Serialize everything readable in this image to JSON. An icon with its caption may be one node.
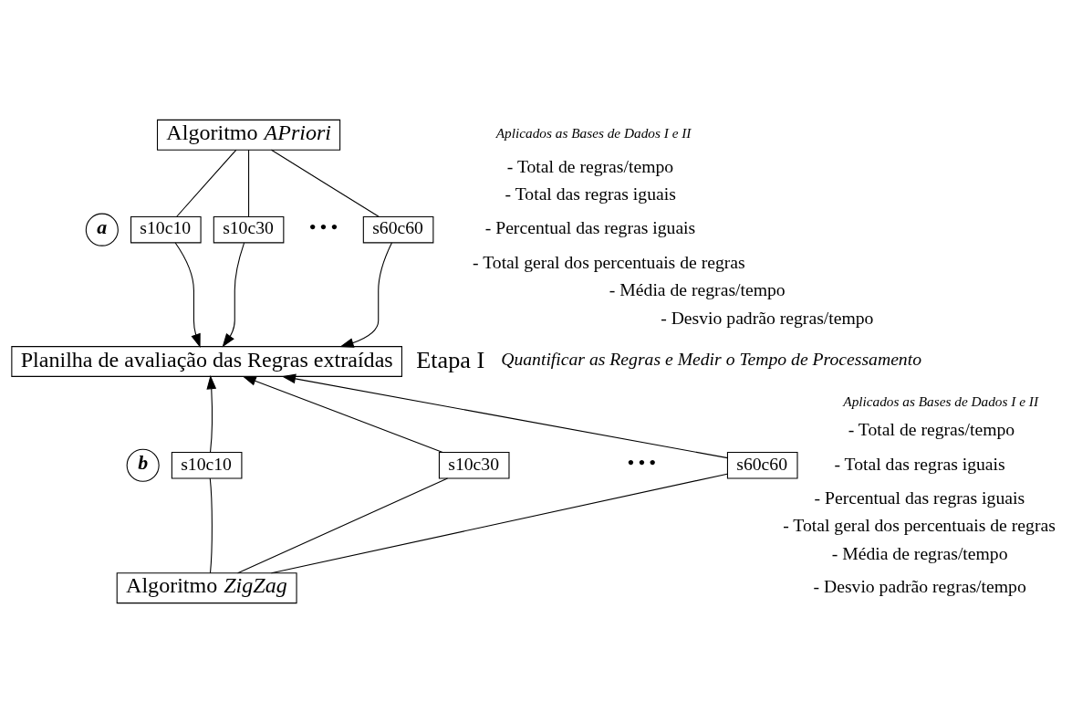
{
  "diagram": {
    "nodes": [
      {
        "text": [
          "Algoritmo *APriori*"
        ]
      },
      {
        "text": [
          "s10c10"
        ]
      },
      {
        "text": [
          "s10c30"
        ]
      },
      {
        "text": [
          "s60c60"
        ]
      },
      {
        "text": [
          "Planilha de avaliação das Regras extraídas"
        ]
      },
      {
        "text": [
          "s10c10"
        ]
      },
      {
        "text": [
          "s10c30"
        ]
      },
      {
        "text": [
          "s60c60"
        ]
      },
      {
        "text": [
          "Algoritmo *ZigZag*"
        ]
      },
      {
        "text": [
          "a"
        ]
      },
      {
        "text": [
          "b"
        ]
      }
    ],
    "edges": [
      {
        "from": 0,
        "to": 1,
        "arrow": "none"
      },
      {
        "from": 0,
        "to": 2,
        "arrow": "none"
      },
      {
        "from": 0,
        "to": 3,
        "arrow": "none"
      },
      {
        "from": 1,
        "to": 4,
        "arrow": "to"
      },
      {
        "from": 2,
        "to": 4,
        "arrow": "to"
      },
      {
        "from": 3,
        "to": 4,
        "arrow": "to"
      },
      {
        "from": 5,
        "to": 4,
        "arrow": "to"
      },
      {
        "from": 6,
        "to": 4,
        "arrow": "to"
      },
      {
        "from": 7,
        "to": 4,
        "arrow": "to"
      },
      {
        "from": 8,
        "to": 5,
        "arrow": "none"
      },
      {
        "from": 8,
        "to": 6,
        "arrow": "none"
      },
      {
        "from": 8,
        "to": 7,
        "arrow": "none"
      }
    ],
    "labels": [
      "Etapa I",
      "Quantificar as Regras e Medir o Tempo de Processamento",
      "Aplicados as Bases de Dados I e II",
      "- Total de regras/tempo",
      "- Total das regras iguais",
      "- Percentual das regras iguais",
      "- Total geral dos percentuais de regras",
      "- Média de regras/tempo",
      "- Desvio padrão regras/tempo",
      "• • •",
      "Aplicados as Bases de Dados I e II",
      "- Total de regras/tempo",
      "- Total das regras iguais",
      "- Percentual das regras iguais",
      "- Total geral dos percentuais de regras",
      "- Média de regras/tempo",
      "- Desvio padrão regras/tempo",
      "• • •"
    ]
  }
}
